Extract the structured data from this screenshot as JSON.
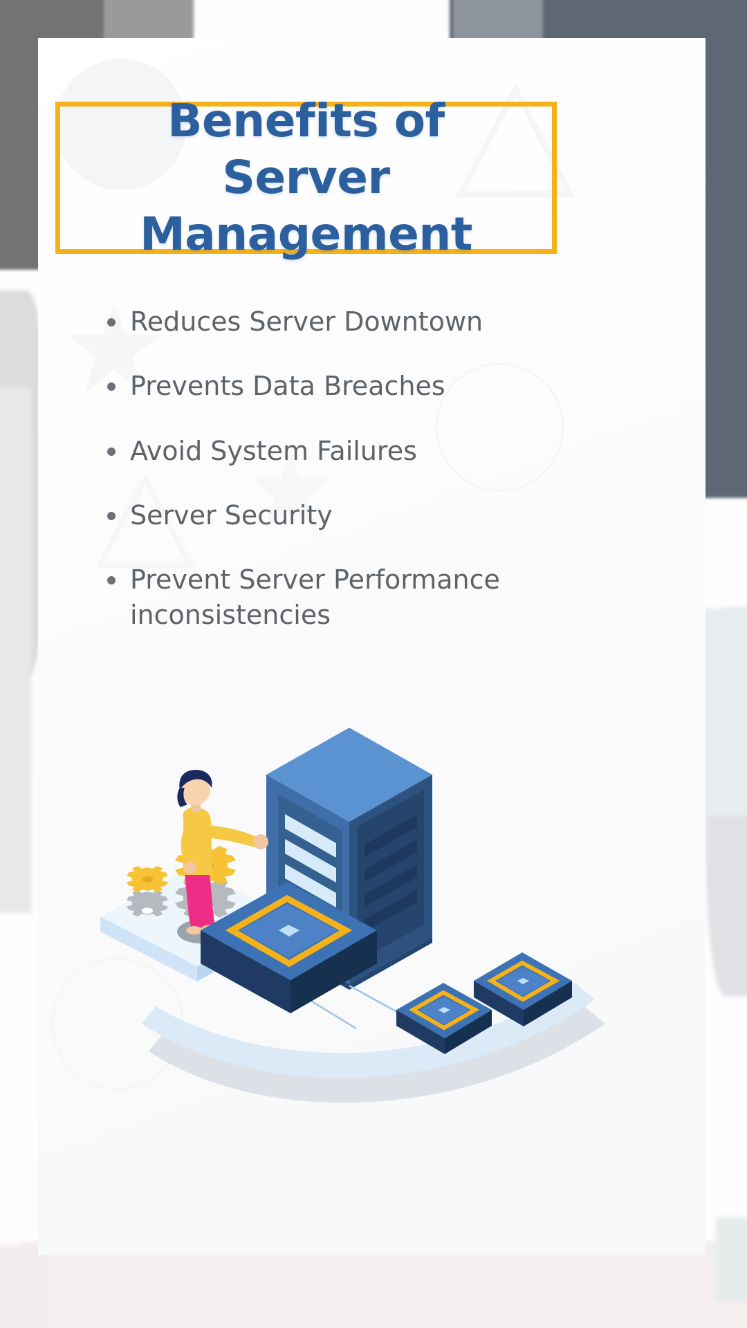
{
  "poster": {
    "title": "Benefits of Server Management",
    "title_color": "#2c5f9e",
    "title_border_color": "#f5b11a",
    "background_color": "#fbfbfb",
    "bullet_text_color": "#5d6368"
  },
  "bullets": [
    {
      "text": "Reduces Server Downtown"
    },
    {
      "text": "Prevents Data Breaches"
    },
    {
      "text": "Avoid System Failures"
    },
    {
      "text": "Server Security"
    },
    {
      "text": "Prevent Server Performance inconsistencies"
    }
  ],
  "illustration": {
    "name": "isometric-server-management-illustration",
    "elements": [
      "server-rack-tower",
      "technician-character",
      "cpu-chip-large",
      "cpu-chip-small",
      "cpu-chip-medium",
      "gear-pair",
      "isometric-platform"
    ],
    "colors": {
      "server_top": "#5b92d1",
      "server_front": "#3f6ea8",
      "server_side": "#2d5280",
      "server_slot": "#d7eaf9",
      "chip_body": "#1f3b63",
      "chip_face": "#3d73b5",
      "chip_border": "#f5b11a",
      "gear_gold": "#f7c234",
      "gear_grey": "#b5b9bd",
      "platform": "#dceaf7",
      "character_shirt": "#f6c945",
      "character_pants": "#ef2d87",
      "character_hair": "#1b2a5e"
    }
  }
}
